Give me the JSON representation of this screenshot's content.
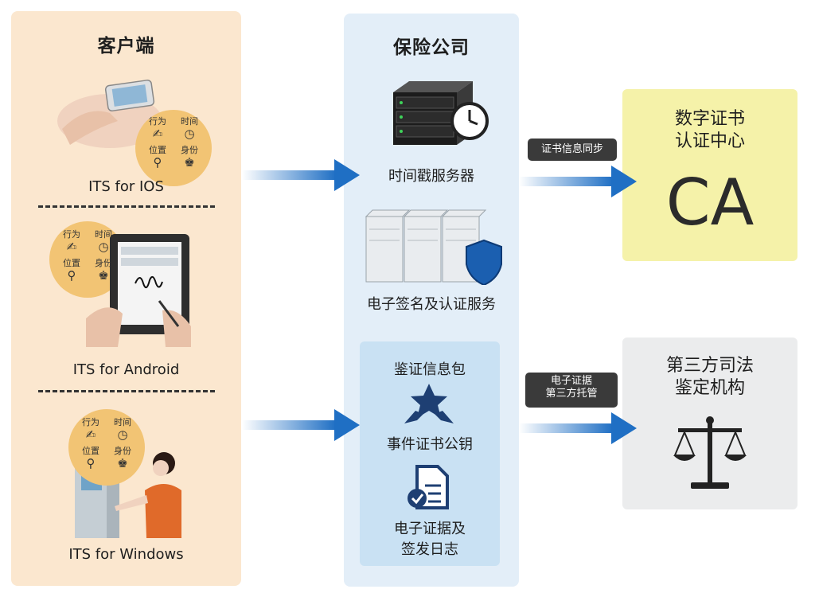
{
  "client": {
    "title": "客户端",
    "bubble": {
      "behavior": "行为",
      "time": "时间",
      "location": "位置",
      "identity": "身份"
    },
    "platforms": [
      "ITS for IOS",
      "ITS for Android",
      "ITS for Windows"
    ]
  },
  "insurer": {
    "title": "保险公司",
    "timestamp_server": "时间戳服务器",
    "esign_service": "电子签名及认证服务",
    "package": {
      "title": "鉴证信息包",
      "key": "事件证书公钥",
      "evidence_line1": "电子证据及",
      "evidence_line2": "签发日志"
    }
  },
  "ca": {
    "line1": "数字证书",
    "line2": "认证中心",
    "big": "CA"
  },
  "judicial": {
    "line1": "第三方司法",
    "line2": "鉴定机构"
  },
  "tags": {
    "sync": "证书信息同步",
    "escrow_line1": "电子证据",
    "escrow_line2": "第三方托管"
  },
  "colors": {
    "arrow": "#1f6fc4",
    "client_bg": "#fbe7cf",
    "insurer_bg": "#e3eef8",
    "ca_bg": "#f5f2a9"
  }
}
